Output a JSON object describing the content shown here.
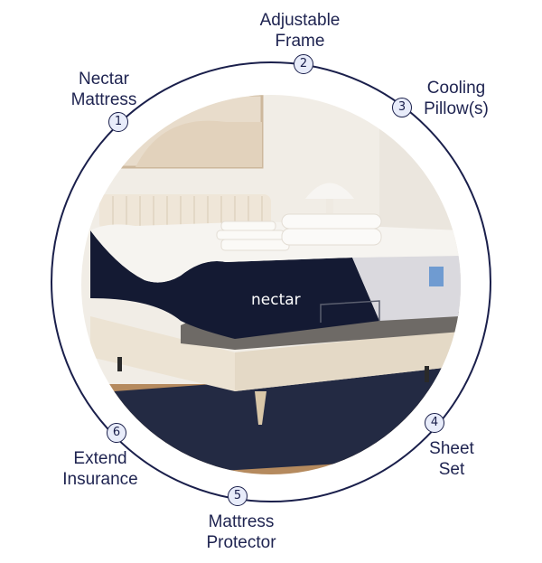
{
  "bundle": {
    "items": [
      {
        "number": "1",
        "line1": "Nectar",
        "line2": "Mattress"
      },
      {
        "number": "2",
        "line1": "Adjustable",
        "line2": "Frame"
      },
      {
        "number": "3",
        "line1": "Cooling",
        "line2": "Pillow(s)"
      },
      {
        "number": "4",
        "line1": "Sheet",
        "line2": "Set"
      },
      {
        "number": "5",
        "line1": "Mattress",
        "line2": "Protector"
      },
      {
        "number": "6",
        "line1": "Extend",
        "line2": "Insurance"
      }
    ]
  },
  "photo": {
    "brand_logo": "nectar"
  },
  "colors": {
    "ring": "#1a1f4b",
    "badge_fill": "#e8ecfa",
    "text": "#1e2350",
    "mattress_navy": "#141a33",
    "mattress_top": "#f4f2ee"
  }
}
